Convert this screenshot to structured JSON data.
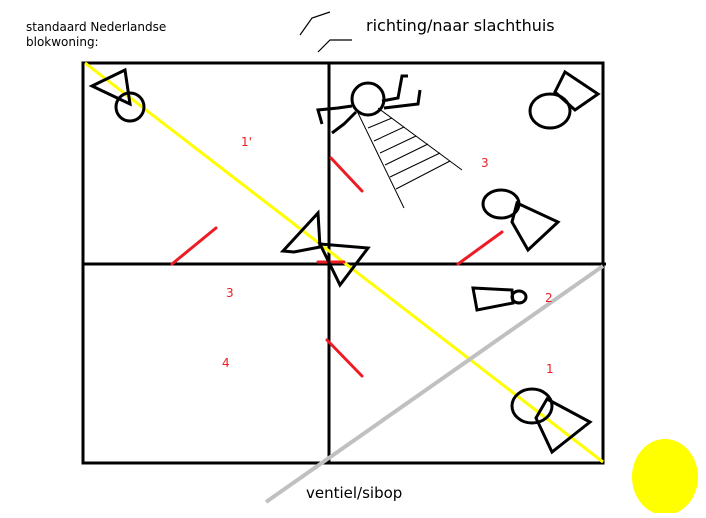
{
  "title": {
    "line1": "standaard Nederlandse",
    "line2": "blokwoning:"
  },
  "direction_label": "richting/naar slachthuis",
  "vent_label": "ventiel/sibop",
  "room_numbers": {
    "top_left": "1'",
    "top_right": "3",
    "mid_left": "3",
    "bottom_left": "4",
    "mid_right": "2",
    "bottom_right": "1"
  },
  "colors": {
    "walls": "#000000",
    "yellow_line": "#ffff00",
    "grey_line": "#c0c0c0",
    "red_marks": "#ed1c24",
    "room_numbers": "#ed1c24",
    "sun": "#ffff00"
  },
  "icons": [
    "roof-arrow-icon",
    "sun-icon",
    "figure-icon",
    "staircase-icon"
  ]
}
